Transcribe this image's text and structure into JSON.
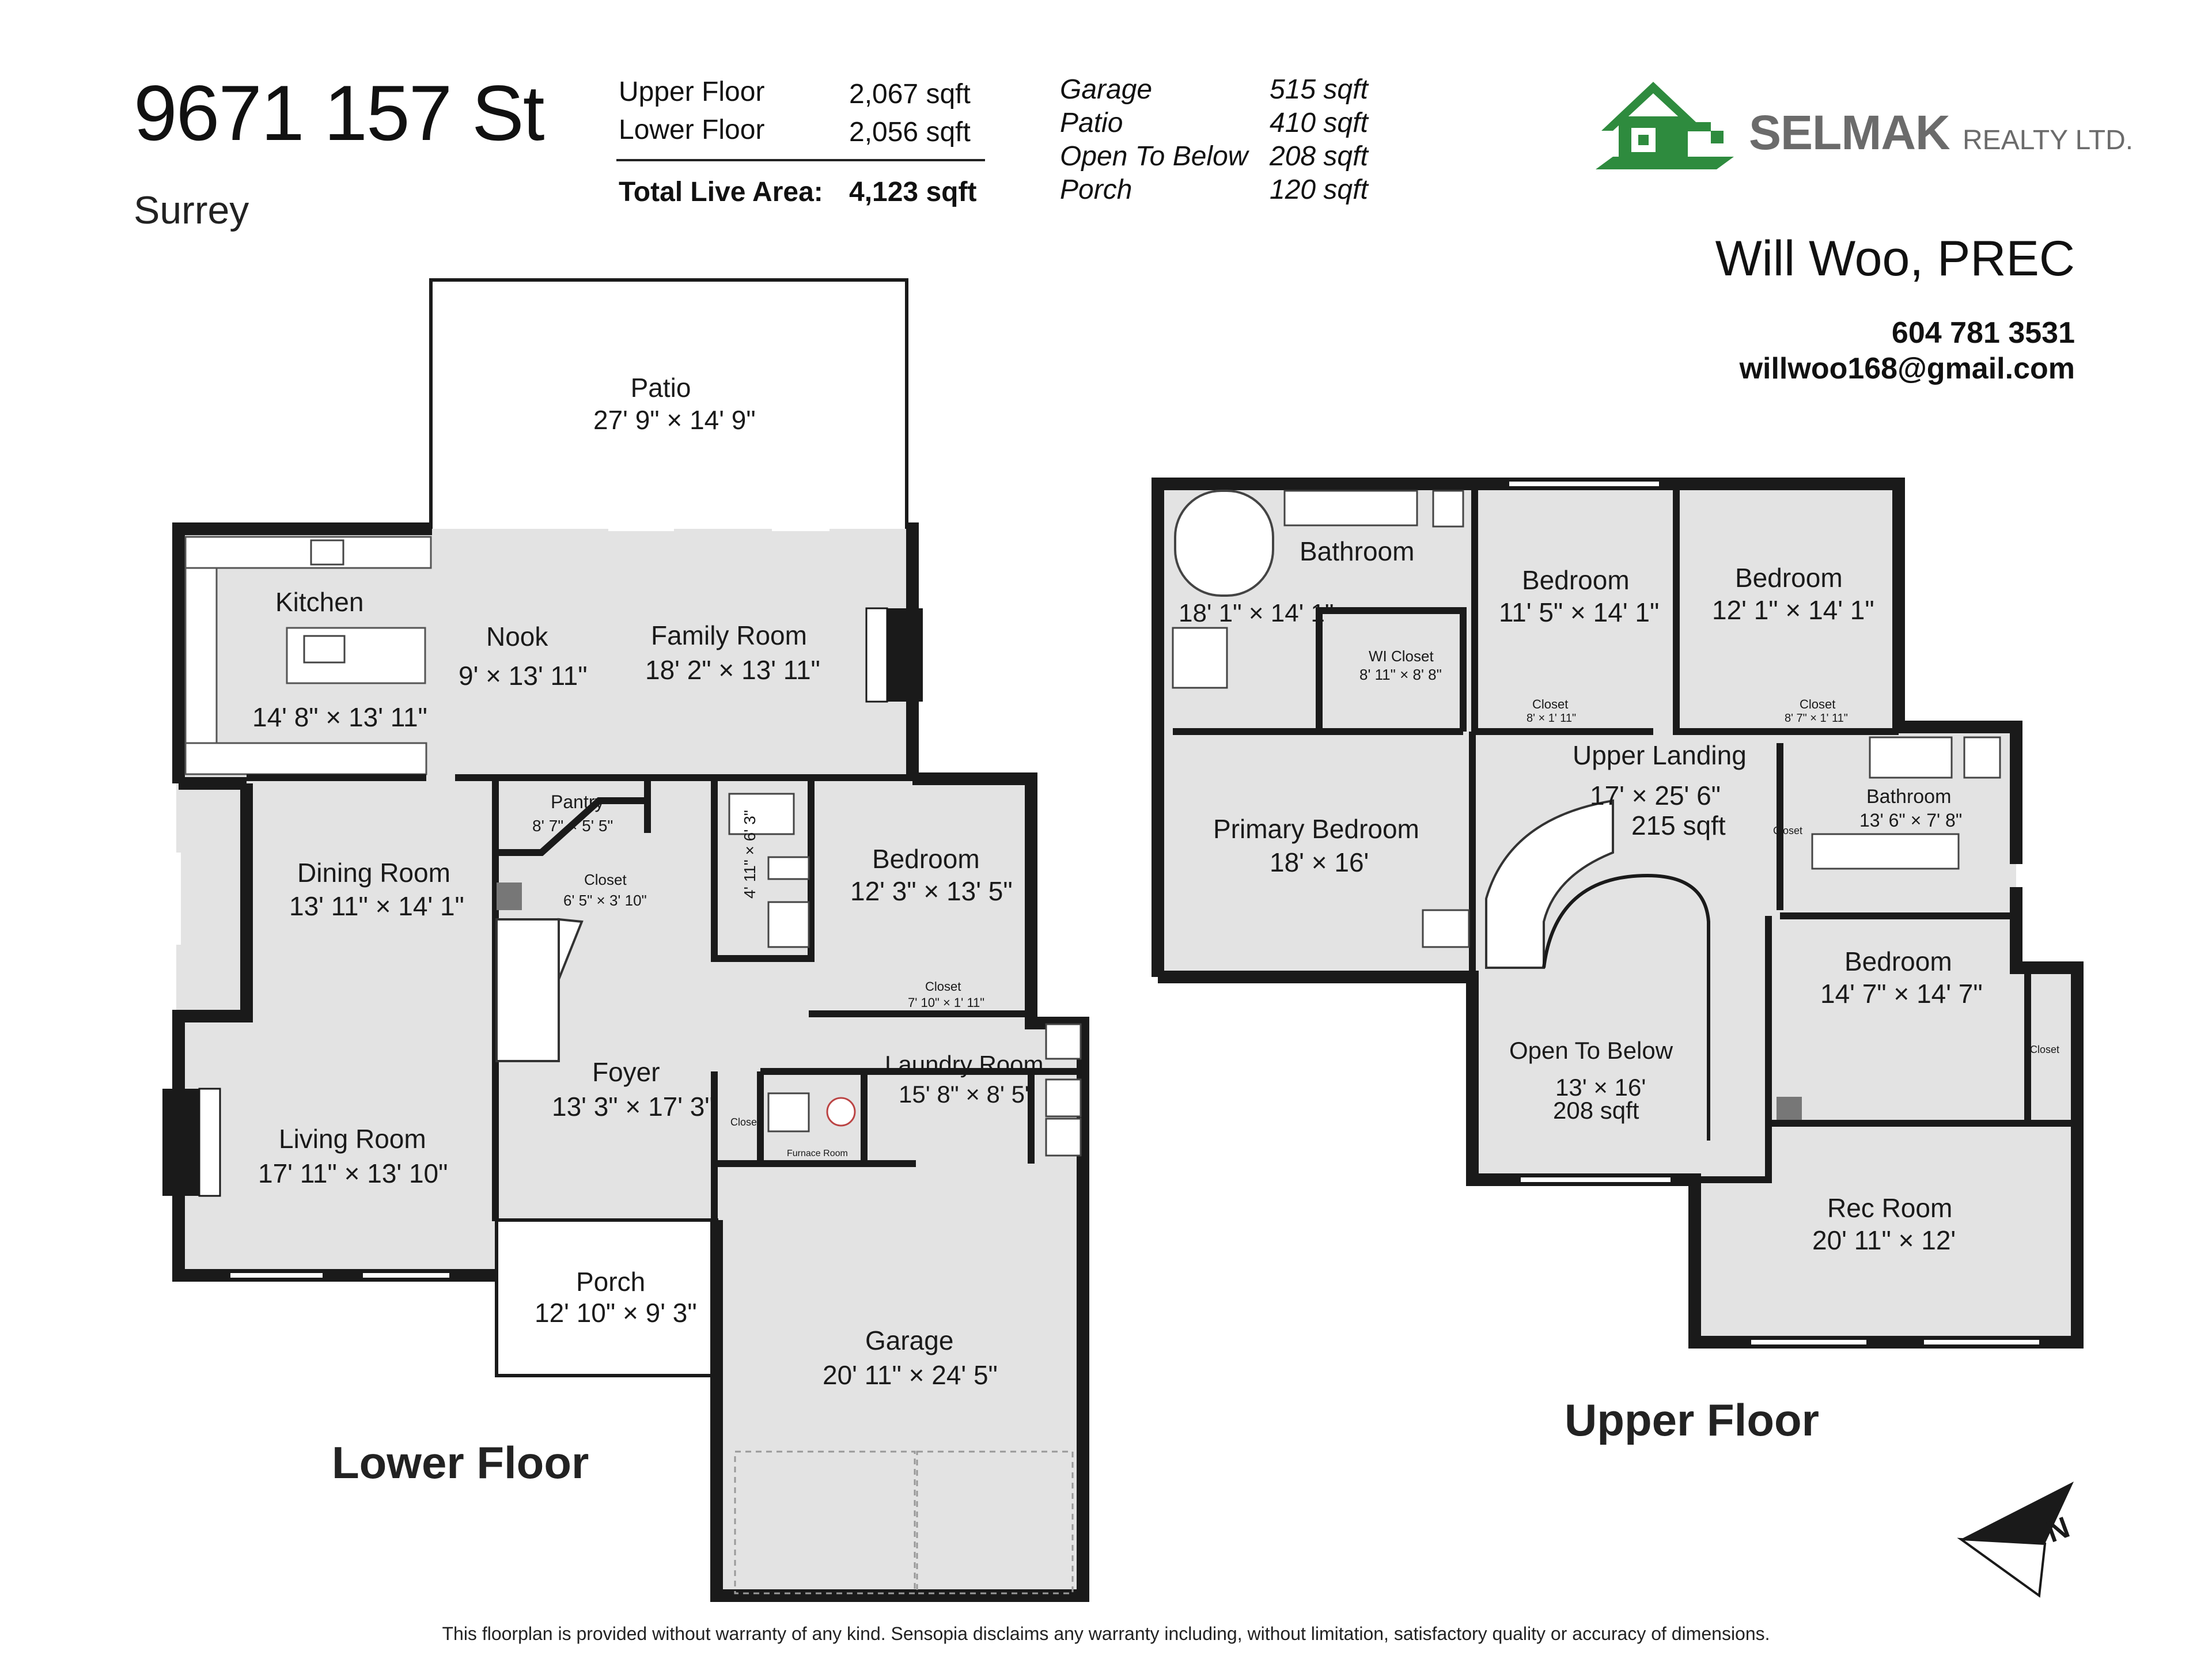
{
  "header": {
    "address": "9671 157 St",
    "city": "Surrey",
    "areas": [
      {
        "label": "Upper Floor",
        "value": "2,067 sqft"
      },
      {
        "label": "Lower Floor",
        "value": "2,056 sqft"
      }
    ],
    "total": {
      "label": "Total Live Area:",
      "value": "4,123 sqft"
    },
    "extras": [
      {
        "label": "Garage",
        "value": "515 sqft"
      },
      {
        "label": "Patio",
        "value": "410 sqft"
      },
      {
        "label": "Open To Below",
        "value": "208 sqft"
      },
      {
        "label": "Porch",
        "value": "120 sqft"
      }
    ]
  },
  "brand": {
    "name": "SELMAK",
    "suffix": "REALTY LTD.",
    "logo_color": "#2e8b3e"
  },
  "agent": {
    "name": "Will Woo, PREC",
    "phone": "604 781 3531",
    "email": "willwoo168@gmail.com"
  },
  "lower_floor": {
    "label": "Lower Floor",
    "rooms": [
      {
        "name": "Patio",
        "dims": "27' 9\" × 14' 9\""
      },
      {
        "name": "Kitchen",
        "dims": "14' 8\" × 13' 11\""
      },
      {
        "name": "Nook",
        "dims": "9' × 13' 11\""
      },
      {
        "name": "Family Room",
        "dims": "18' 2\" × 13' 11\""
      },
      {
        "name": "Pantry",
        "dims": "8' 7\" × 5' 5\""
      },
      {
        "name": "Closet",
        "dims": "6' 5\" × 3' 10\""
      },
      {
        "name": "Dining Room",
        "dims": "13' 11\" × 14' 1\""
      },
      {
        "name": "Bedroom",
        "dims": "12' 3\" × 13' 5\""
      },
      {
        "name": "Closet",
        "dims": "7' 10\" × 1' 11\""
      },
      {
        "name": "Foyer",
        "dims": "13' 3\" × 17' 3\""
      },
      {
        "name": "Laundry Room",
        "dims": "15' 8\" × 8' 5\""
      },
      {
        "name": "Living Room",
        "dims": "17' 11\" × 13' 10\""
      },
      {
        "name": "Porch",
        "dims": "12' 10\" × 9' 3\""
      },
      {
        "name": "Garage",
        "dims": "20' 11\" × 24' 5\""
      }
    ],
    "small_labels": {
      "bath": "4' 11\" × 6' 3\"",
      "closet": "Closet",
      "furnace": "Furnace Room"
    }
  },
  "upper_floor": {
    "label": "Upper Floor",
    "rooms": [
      {
        "name": "Bathroom",
        "dims": "18' 1\" × 14' 1\""
      },
      {
        "name": "WI Closet",
        "dims": "8' 11\" × 8' 8\""
      },
      {
        "name": "Bedroom",
        "dims": "11' 5\" × 14' 1\""
      },
      {
        "name": "Closet",
        "dims": "8' × 1' 11\""
      },
      {
        "name": "Bedroom",
        "dims": "12' 1\" × 14' 1\""
      },
      {
        "name": "Closet",
        "dims": "8' 7\" × 1' 11\""
      },
      {
        "name": "Upper Landing",
        "dims": "17' × 25' 6\"",
        "area": "215 sqft"
      },
      {
        "name": "Bathroom",
        "dims": "13' 6\" × 7' 8\""
      },
      {
        "name": "Primary Bedroom",
        "dims": "18' × 16'"
      },
      {
        "name": "Bedroom",
        "dims": "14' 7\" × 14' 7\""
      },
      {
        "name": "Open To Below",
        "dims": "13' × 16'",
        "area": "208 sqft"
      },
      {
        "name": "Rec Room",
        "dims": "20' 11\" × 12'"
      }
    ],
    "small_labels": {
      "closet": "Closet"
    }
  },
  "compass": {
    "label": "N"
  },
  "disclaimer": "This floorplan is provided without warranty of any kind. Sensopia disclaims any warranty including, without limitation, satisfactory quality or accuracy of dimensions.",
  "colors": {
    "floor": "#e3e3e3",
    "wall": "#1a1a1a",
    "background": "#ffffff",
    "brand_green": "#2e8b3e"
  }
}
